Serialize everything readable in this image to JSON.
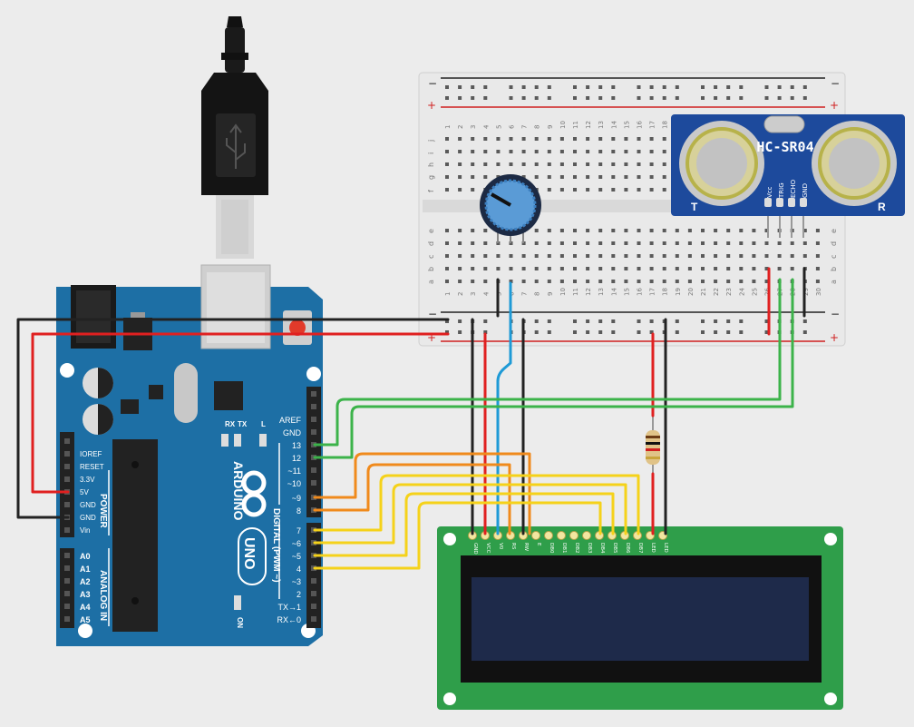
{
  "arduino": {
    "logo": "ARDUINO",
    "model": "UNO",
    "pin_labels_digital": [
      "AREF",
      "GND",
      "13",
      "12",
      "~11",
      "~10",
      "~9",
      "8",
      "7",
      "~6",
      "~5",
      "4",
      "~3",
      "2",
      "TX→1",
      "RX←0"
    ],
    "pin_labels_power": [
      "IOREF",
      "RESET",
      "3.3V",
      "5V",
      "GND",
      "GND",
      "Vin"
    ],
    "pin_labels_analog": [
      "A0",
      "A1",
      "A2",
      "A3",
      "A4",
      "A5"
    ],
    "header_power": "POWER",
    "header_analog": "ANALOG IN",
    "header_digital": "DIGITAL (PWM ~)",
    "led_rx": "RX",
    "led_tx": "TX",
    "led_l": "L",
    "led_on": "ON"
  },
  "sensor": {
    "name": "HC-SR04",
    "pins": [
      "Vcc",
      "TRIG",
      "ECHO",
      "GND"
    ],
    "left": "T",
    "right": "R"
  },
  "lcd": {
    "pins": [
      "GND",
      "VCC",
      "V0",
      "RS",
      "RW",
      "E",
      "DB0",
      "DB1",
      "DB2",
      "DB3",
      "DB4",
      "DB5",
      "DB6",
      "DB7",
      "LED",
      "LED"
    ]
  },
  "breadboard": {
    "rows_top": [
      "j",
      "i",
      "h",
      "g",
      "f"
    ],
    "rows_bottom": [
      "e",
      "d",
      "c",
      "b",
      "a"
    ],
    "columns": [
      "1",
      "2",
      "3",
      "4",
      "5",
      "6",
      "7",
      "8",
      "9",
      "10",
      "11",
      "12",
      "13",
      "14",
      "15",
      "16",
      "17",
      "18",
      "19",
      "20",
      "21",
      "22",
      "23",
      "24",
      "25",
      "26",
      "27",
      "28",
      "29",
      "30"
    ],
    "minus": "−",
    "plus": "+"
  },
  "colors": {
    "arduino_board": "#1d6fa5",
    "lcd_board": "#2f9e4a",
    "lcd_screen": "#1e2a4a",
    "sensor_board": "#1d4a9c",
    "wire_black": "#222222",
    "wire_red": "#e02020",
    "wire_green": "#3cb34a",
    "wire_blue": "#1e9ad6",
    "wire_orange": "#f08a1c",
    "wire_yellow": "#f5d21a"
  }
}
